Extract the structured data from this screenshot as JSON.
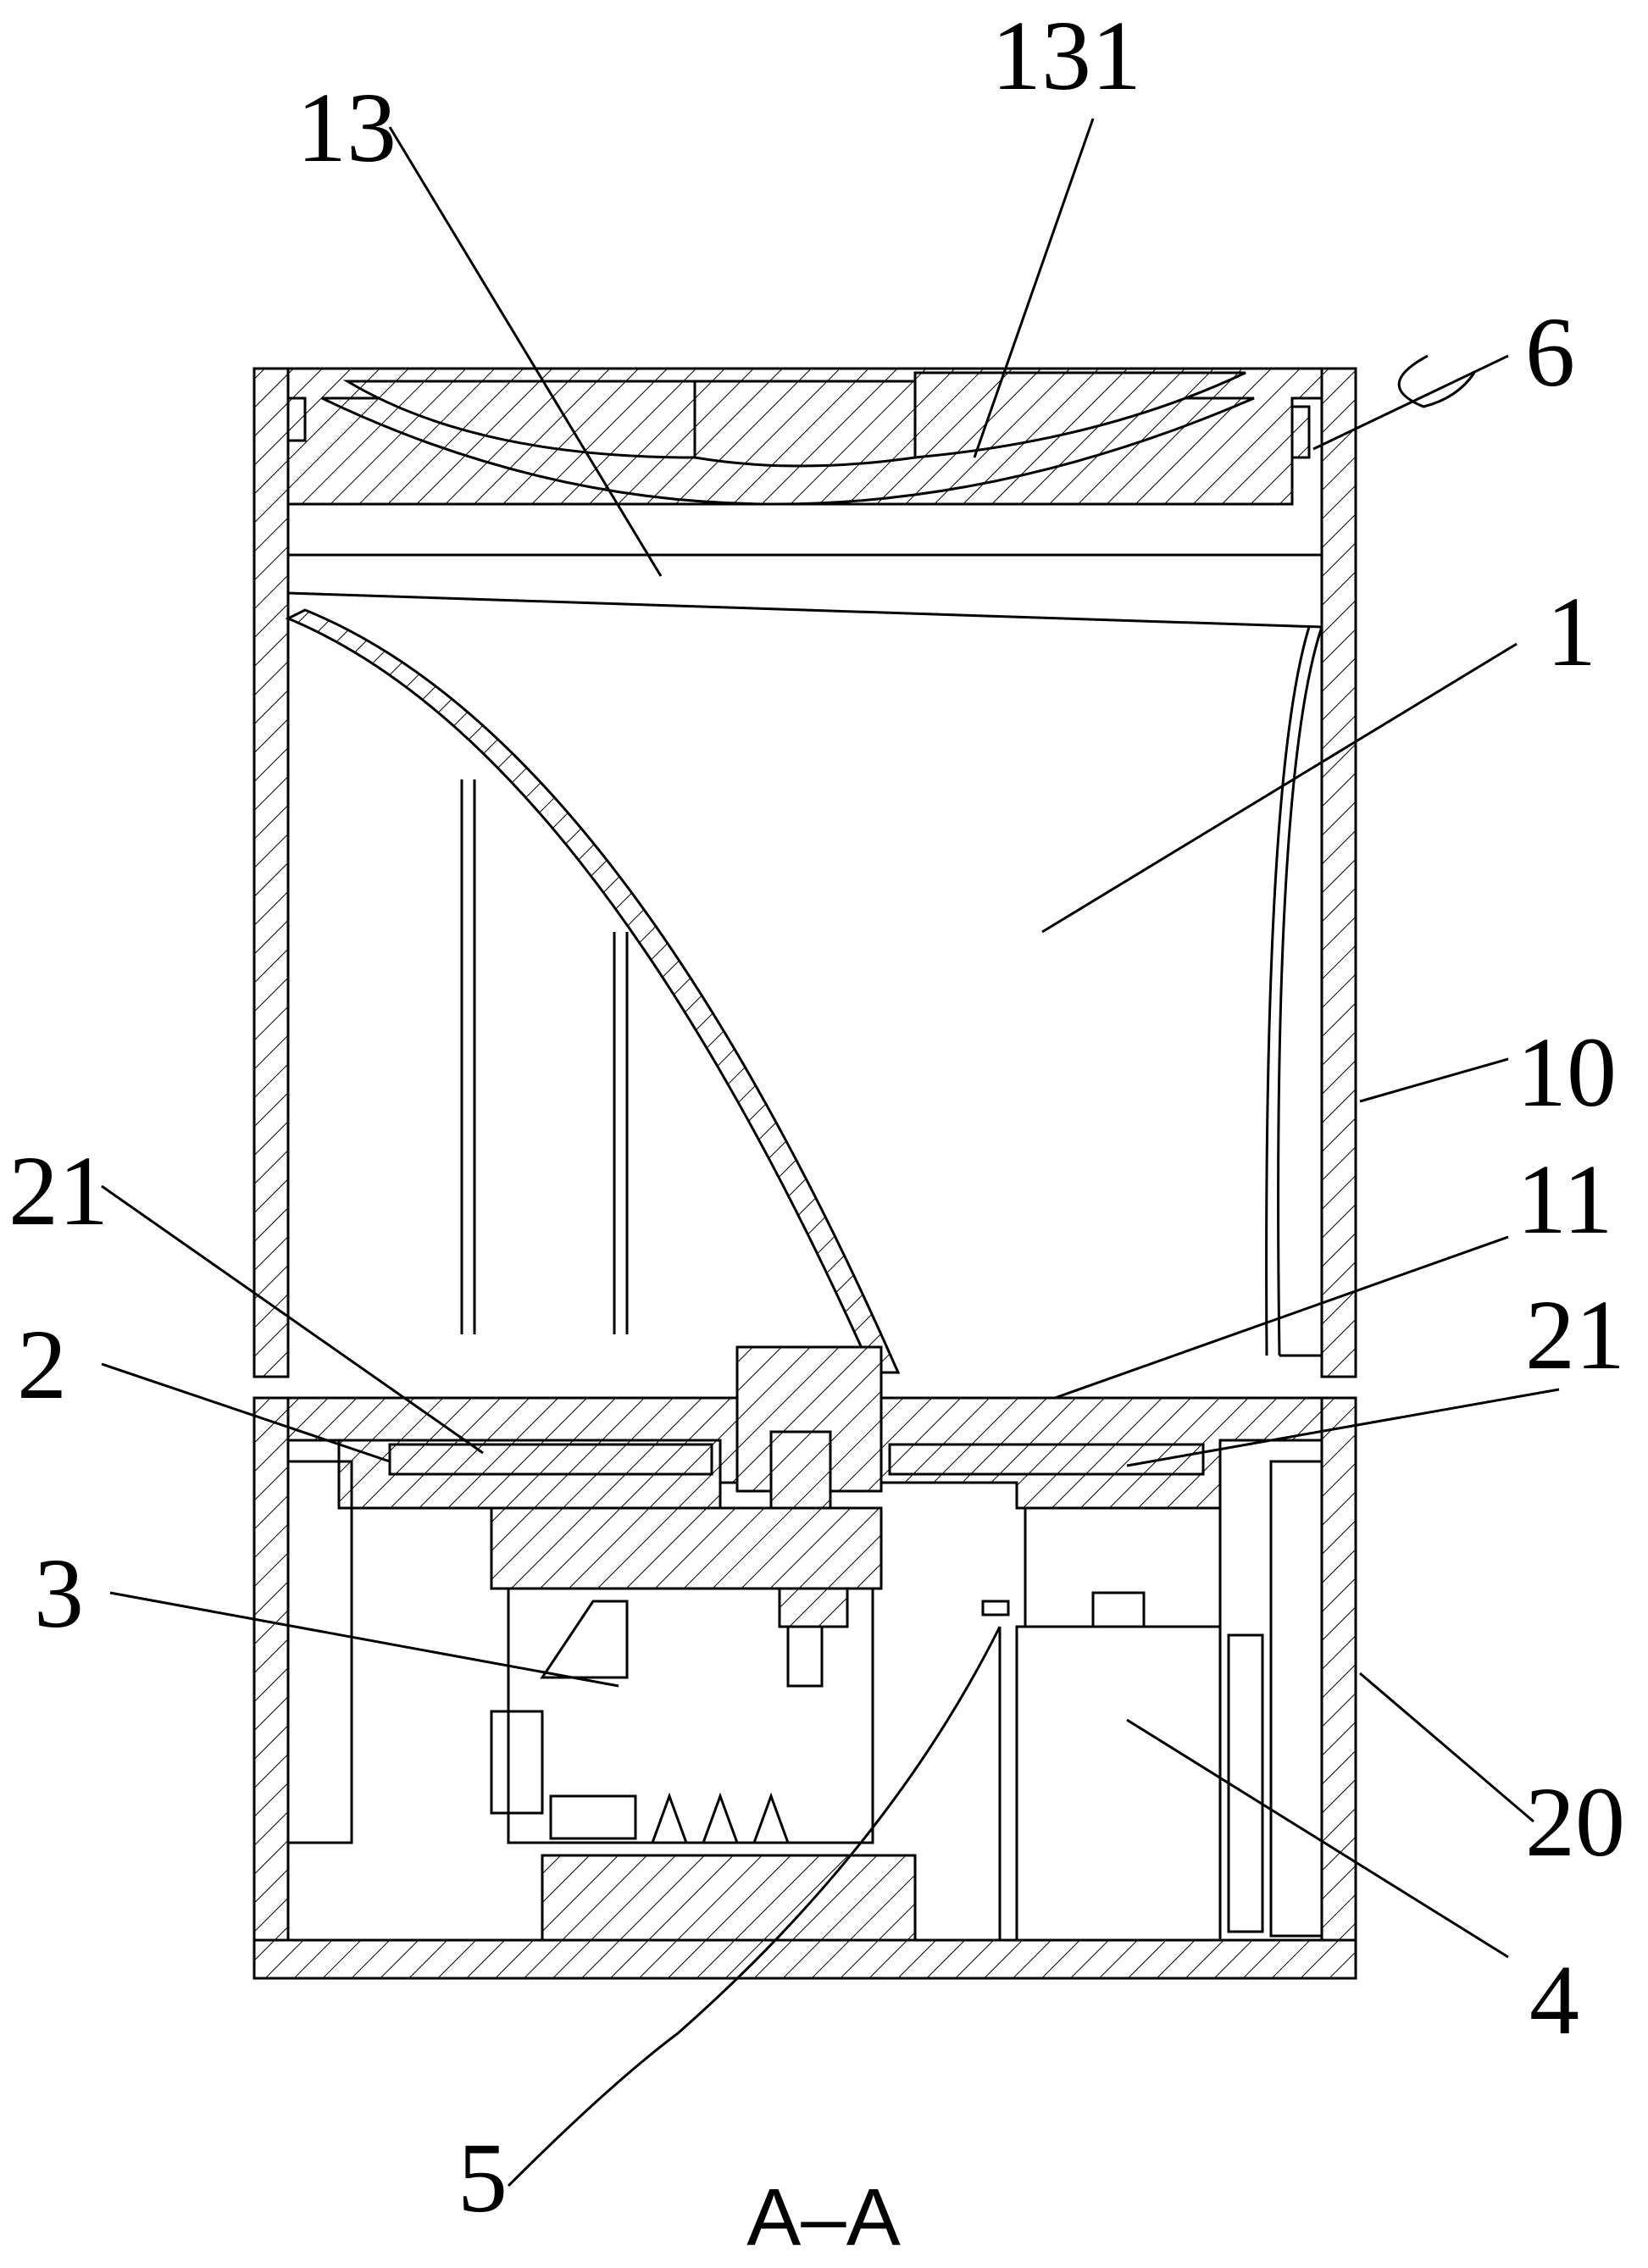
{
  "figure": {
    "caption": "A–A",
    "labels": [
      {
        "id": "13",
        "text": "13"
      },
      {
        "id": "131",
        "text": "131"
      },
      {
        "id": "6",
        "text": "6"
      },
      {
        "id": "1",
        "text": "1"
      },
      {
        "id": "10",
        "text": "10"
      },
      {
        "id": "21a",
        "text": "21"
      },
      {
        "id": "11",
        "text": "11"
      },
      {
        "id": "21b",
        "text": "21"
      },
      {
        "id": "2",
        "text": "2"
      },
      {
        "id": "3",
        "text": "3"
      },
      {
        "id": "20",
        "text": "20"
      },
      {
        "id": "4",
        "text": "4"
      },
      {
        "id": "5",
        "text": "5"
      }
    ]
  }
}
